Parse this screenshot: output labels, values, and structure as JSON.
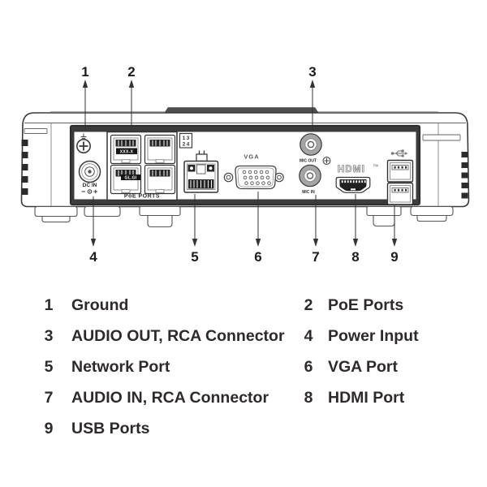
{
  "colors": {
    "ink": "#333130",
    "dark": "#2b2a29",
    "rca_gray": "#a5a5a5",
    "strip_gray": "#4f4e4d"
  },
  "diagram": {
    "callouts": [
      "1",
      "2",
      "3",
      "4",
      "5",
      "6",
      "7",
      "8",
      "9"
    ],
    "labels": {
      "dc_in": "DC IN",
      "poe_ports": "PoE PORTS",
      "poe_badge_top": "XXX-X",
      "poe_badge_bottom": "GL.GI",
      "pair_row1": "1 3",
      "pair_row2": "2 4",
      "vga": "VGA",
      "mic_out": "MIC OUT",
      "mic_in": "MIC IN",
      "hdmi": "HDMI",
      "hdmi_tm": "TM"
    }
  },
  "legend": {
    "items": [
      {
        "num": "1",
        "label": "Ground"
      },
      {
        "num": "2",
        "label": "PoE Ports"
      },
      {
        "num": "3",
        "label": "AUDIO OUT, RCA Connector"
      },
      {
        "num": "4",
        "label": "Power Input"
      },
      {
        "num": "5",
        "label": "Network Port"
      },
      {
        "num": "6",
        "label": "VGA Port"
      },
      {
        "num": "7",
        "label": "AUDIO IN, RCA Connector"
      },
      {
        "num": "8",
        "label": "HDMI Port"
      },
      {
        "num": "9",
        "label": "USB Ports"
      }
    ]
  }
}
